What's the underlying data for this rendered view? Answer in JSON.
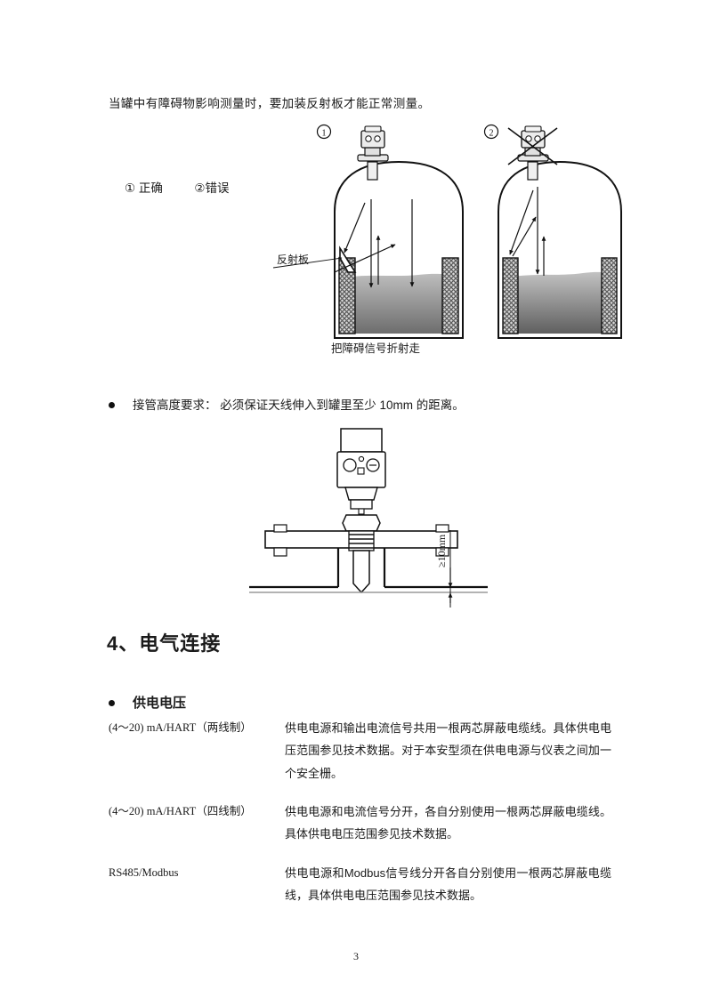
{
  "document": {
    "page_number": "3",
    "intro_text": "当罐中有障碍物影响测量时，要加装反射板才能正常测量。",
    "legend": {
      "correct": "①  正确",
      "wrong": "②错误"
    },
    "figure_tanks": {
      "marker_correct": "①",
      "marker_wrong": "②",
      "reflector_label": "反射板",
      "caption": "把障碍信号折射走"
    },
    "bullet_nozzle": "接管高度要求： 必须保证天线伸入到罐里至少 10mm 的距离。",
    "figure_nozzle": {
      "dimension_label": "≥10mm"
    },
    "section": {
      "number": "4、",
      "title": "电气连接"
    },
    "bullet_supply": "供电电压",
    "spec_rows": [
      {
        "term": "(4～20) mA/HART（两线制）",
        "desc": "供电电源和输出电流信号共用一根两芯屏蔽电缆线。具体供电电压范围参见技术数据。对于本安型须在供电电源与仪表之间加一个安全栅。"
      },
      {
        "term": "(4～20) mA/HART（四线制）",
        "desc": "供电电源和电流信号分开，各自分别使用一根两芯屏蔽电缆线。具体供电电压范围参见技术数据。"
      },
      {
        "term": "RS485/Modbus",
        "desc": "供电电源和Modbus信号线分开各自分别使用一根两芯屏蔽电缆线，具体供电电压范围参见技术数据。"
      }
    ]
  },
  "colors": {
    "ink": "#1a1a1a",
    "liquid_top": "#b8b8b8",
    "liquid_bottom": "#6e6e6e",
    "hatch": "#7a7a7a",
    "device_body": "#e8e8e8"
  }
}
